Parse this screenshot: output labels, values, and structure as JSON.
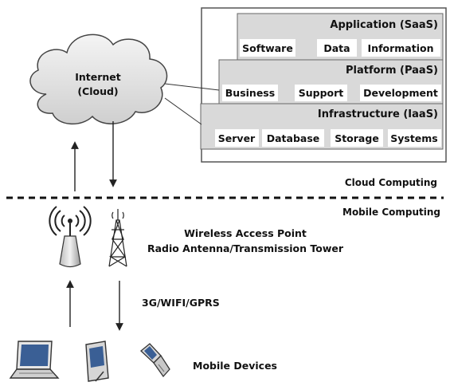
{
  "cloud": {
    "line1": "Internet",
    "line2": "(Cloud)"
  },
  "layers": [
    {
      "title": "Application (SaaS)",
      "items": [
        "Software",
        "Data",
        "Information"
      ]
    },
    {
      "title": "Platform (PaaS)",
      "items": [
        "Business",
        "Support",
        "Development"
      ]
    },
    {
      "title": "Infrastructure (IaaS)",
      "items": [
        "Server",
        "Database",
        "Storage",
        "Systems"
      ]
    }
  ],
  "sections": {
    "cloud_computing": "Cloud Computing",
    "mobile_computing": "Mobile Computing"
  },
  "access": {
    "line1": "Wireless Access Point",
    "line2": "Radio Antenna/Transmission Tower"
  },
  "network_label": "3G/WIFI/GPRS",
  "devices_label": "Mobile Devices",
  "icons": [
    "cloud-icon",
    "wireless-access-point-icon",
    "transmission-tower-icon",
    "laptop-icon",
    "pda-icon",
    "flip-phone-icon"
  ]
}
